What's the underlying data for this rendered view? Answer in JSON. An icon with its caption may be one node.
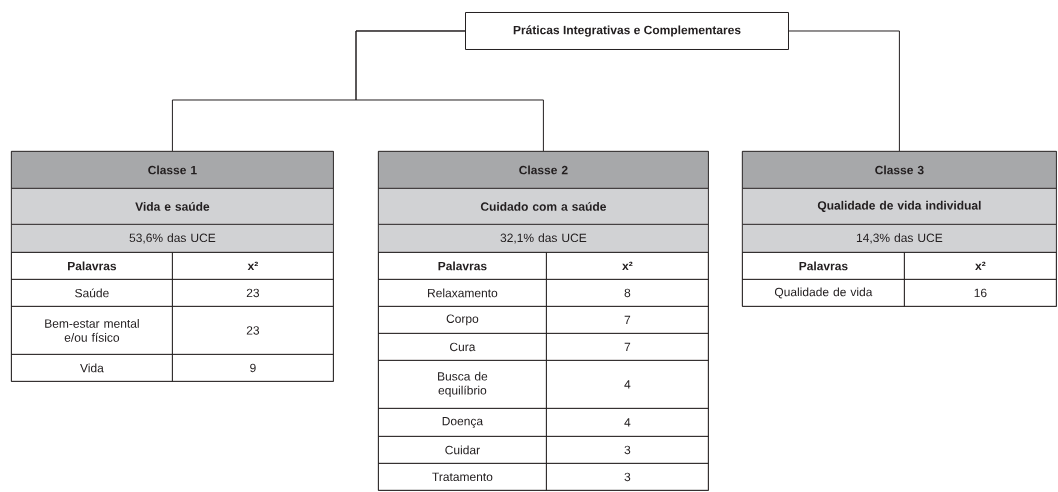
{
  "diagram": {
    "nodes": [
      {
        "text": [
          "Práticas Integrativas e Complementares"
        ]
      },
      {
        "text": [
          "Classe 1",
          "Vida e saúde",
          "53,6% das UCE",
          "Palavras",
          "x²",
          "Saúde",
          "23",
          "Bem-estar mental e/ou físico",
          "23",
          "Vida",
          "9"
        ]
      },
      {
        "text": [
          "Classe 2",
          "Cuidado com a saúde",
          "32,1% das UCE",
          "Palavras",
          "x²",
          "Relaxamento",
          "8",
          "Corpo",
          "7",
          "Cura",
          "7",
          "Busca de equilíbrio",
          "4",
          "Doença",
          "4",
          "Cuidar",
          "3",
          "Tratamento",
          "3"
        ]
      },
      {
        "text": [
          "Classe 3",
          "Qualidade de vida individual",
          "14,3% das UCE",
          "Palavras",
          "x²",
          "Qualidade de vida",
          "16"
        ]
      }
    ],
    "edges": [
      {
        "from": 0,
        "to": 1,
        "arrow": "none"
      },
      {
        "from": 0,
        "to": 2,
        "arrow": "none"
      },
      {
        "from": 0,
        "to": 3,
        "arrow": "none"
      }
    ]
  }
}
